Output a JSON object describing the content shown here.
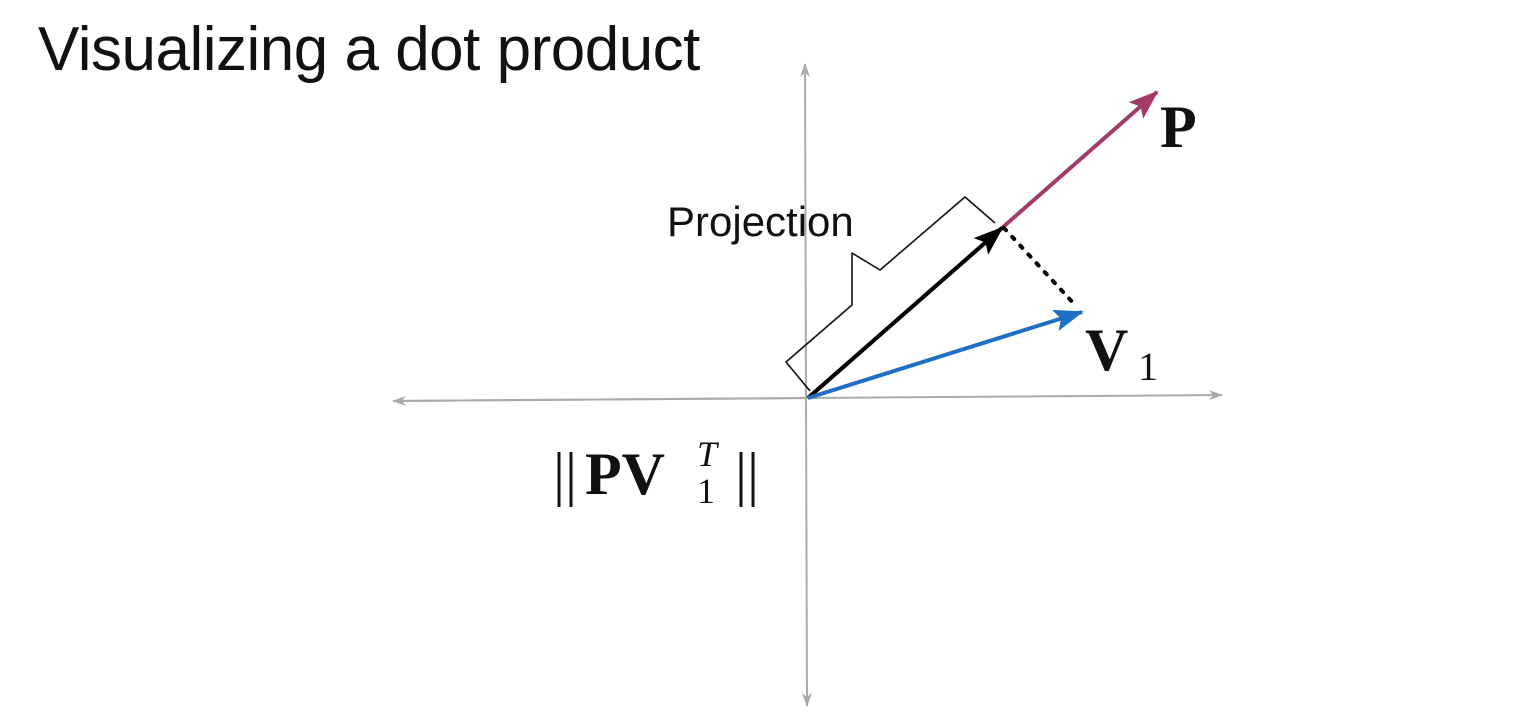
{
  "slide": {
    "title": "Visualizing a dot product"
  },
  "diagram": {
    "projection_label": "Projection",
    "vector_p_label": "P",
    "vector_v_label": "V",
    "vector_v_subscript": "1",
    "norm_bars_left": "||",
    "norm_bars_right": "||",
    "norm_expr_main": "PV",
    "norm_expr_superscript": "T",
    "norm_expr_subscript": "1"
  },
  "colors": {
    "axis": "#aaaaaa",
    "vector_p": "#a33a6a",
    "vector_v": "#1f6fc4",
    "projection": "#000000",
    "text": "#111111"
  }
}
